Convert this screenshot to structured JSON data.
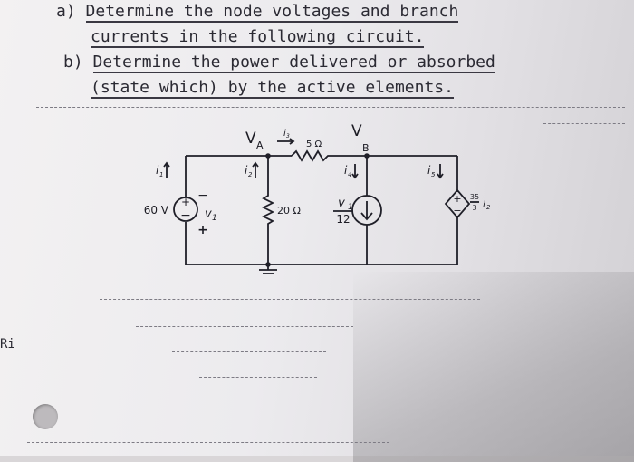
{
  "problem": {
    "part_a": {
      "letter": "a)",
      "line1": "Determine the node voltages and branch",
      "line2": "currents in the following circuit."
    },
    "part_b": {
      "letter": "b)",
      "line1": "Determine the power delivered or absorbed",
      "line2": "(state which) by the active elements."
    }
  },
  "circuit": {
    "node_a": "V",
    "node_a_sub": "A",
    "node_b": "V",
    "node_b_sub": "B",
    "i1": "i",
    "i1_sub": "1",
    "i2": "i",
    "i2_sub": "2",
    "i3": "i",
    "i3_sub": "3",
    "i4": "i",
    "i4_sub": "4",
    "i5": "i",
    "i5_sub": "5",
    "series_resistor": "5 Ω",
    "shunt_resistor": "20 Ω",
    "voltage_source": "60 V",
    "v1_label": "v",
    "v1_sub": "1",
    "v1_minus": "−",
    "v1_plus": "+",
    "current_source_num": "v",
    "current_source_num_sub": "1",
    "current_source_den": "12",
    "dep_voltage_num": "35",
    "dep_voltage_den": "3",
    "dep_voltage_var": "i",
    "dep_voltage_var_sub": "2",
    "plus": "+",
    "minus": "−"
  },
  "margin_mark": "Ri"
}
